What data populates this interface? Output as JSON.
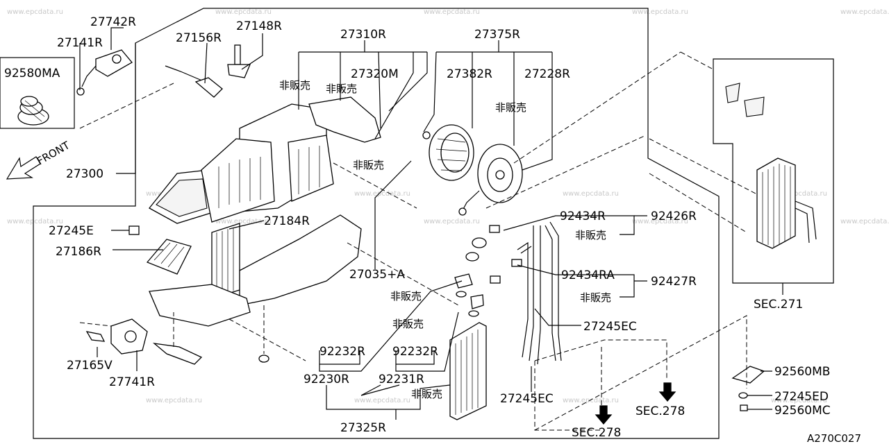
{
  "watermark": "www.epcdata.ru",
  "diagram_code": "A270C027",
  "front_label": "FRONT",
  "labels": {
    "p27742R": "27742R",
    "p27141R": "27141R",
    "p92580MA": "92580MA",
    "p27156R": "27156R",
    "p27148R": "27148R",
    "p27310R": "27310R",
    "p27375R": "27375R",
    "p27382R": "27382R",
    "p27228R": "27228R",
    "p27320M": "27320M",
    "hanbai1": "非販売",
    "hanbai2": "非販売",
    "hanbai3": "非販売",
    "hanbai4": "非販売",
    "p27300": "27300",
    "p27245E": "27245E",
    "p27186R": "27186R",
    "p27184R": "27184R",
    "p27035A": "27035+A",
    "p92434R": "92434R",
    "p92426R": "92426R",
    "hanbai5": "非販売",
    "p92434RA": "92434RA",
    "p92427R": "92427R",
    "hanbai6": "非販売",
    "p27245EC_1": "27245EC",
    "hanbai7": "非販売",
    "hanbai8": "非販売",
    "p92232R_1": "92232R",
    "p92232R_2": "92232R",
    "p92230R": "92230R",
    "p92231R": "92231R",
    "hanbai9": "非販売",
    "p27325R": "27325R",
    "p27165V": "27165V",
    "p27741R": "27741R",
    "p27245EC_2": "27245EC",
    "sec271": "SEC.271",
    "sec278_1": "SEC.278",
    "sec278_2": "SEC.278",
    "p92560MB": "92560MB",
    "p27245ED": "27245ED",
    "p92560MC": "92560MC"
  }
}
